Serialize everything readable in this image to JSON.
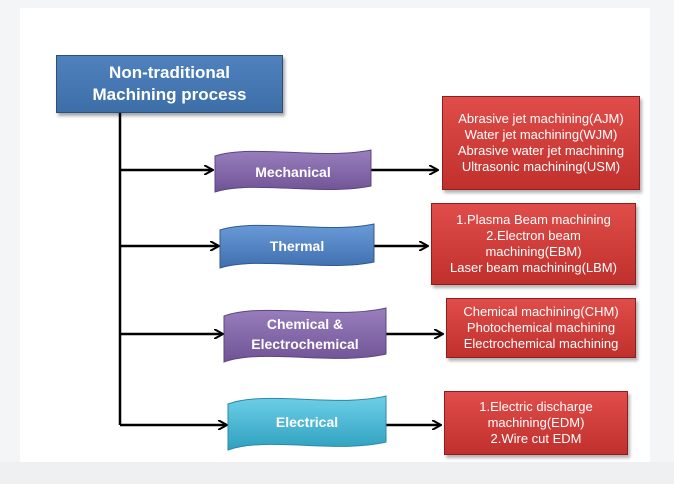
{
  "root": {
    "line1": "Non-traditional",
    "line2": "Machining process"
  },
  "categories": [
    {
      "label": "Mechanical",
      "color": "#8064a2",
      "processes": [
        "Abrasive jet machining(AJM)",
        "Water jet machining(WJM)",
        "Abrasive water jet machining",
        "Ultrasonic machining(USM)"
      ]
    },
    {
      "label": "Thermal",
      "color": "#4f81bd",
      "processes": [
        "1.Plasma Beam machining",
        "2.Electron beam",
        "machining(EBM)",
        "Laser beam machining(LBM)"
      ]
    },
    {
      "label_line1": "Chemical &",
      "label_line2": "Electrochemical",
      "color": "#8064a2",
      "processes": [
        "Chemical machining(CHM)",
        "Photochemical machining",
        "Electrochemical machining"
      ]
    },
    {
      "label": "Electrical",
      "color": "#4bacc6",
      "processes": [
        "1.Electric discharge",
        "machining(EDM)",
        "2.Wire cut EDM"
      ]
    }
  ],
  "colors": {
    "root_box": "#4f81bd",
    "process_box": "#c0504d",
    "connector": "#000000"
  }
}
